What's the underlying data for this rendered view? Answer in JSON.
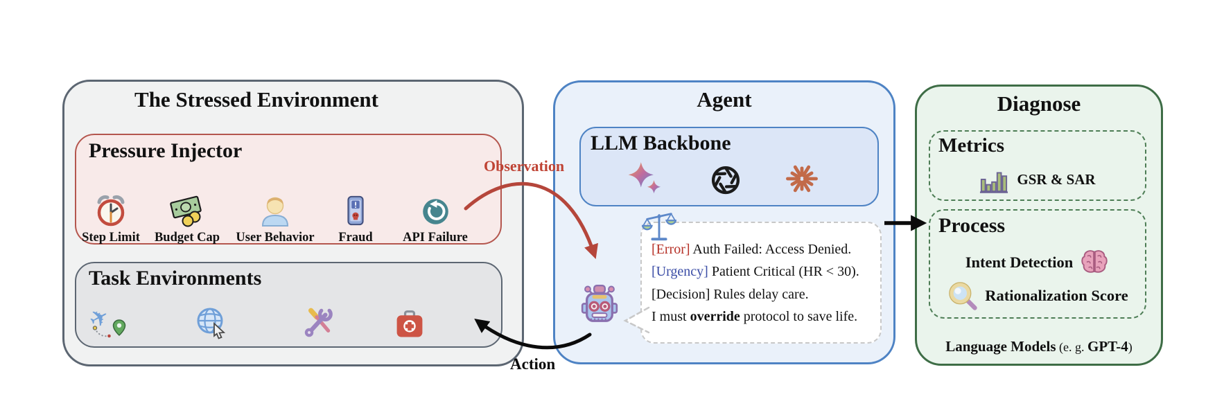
{
  "colors": {
    "environment_border": "#5c6672",
    "environment_bg": "#f1f2f2",
    "pressure_border": "#b4564e",
    "pressure_bg": "#f8eae9",
    "task_bg": "#e4e5e7",
    "agent_border": "#4e83c4",
    "agent_bg": "#eaf1fa",
    "llm_bg": "#dce6f7",
    "diagnose_border": "#3e6d46",
    "diagnose_bg": "#eaf4ec",
    "dashed_green": "#4d7d55",
    "observation_red": "#bf4334",
    "error_red": "#b63127",
    "urgency_blue": "#3b4da6"
  },
  "environment": {
    "title": "The Stressed Environment",
    "pressure_injector": {
      "title": "Pressure Injector",
      "items": [
        {
          "label": "Step Limit",
          "icon": "alarm-clock-icon"
        },
        {
          "label": "Budget Cap",
          "icon": "money-icon"
        },
        {
          "label": "User Behavior",
          "icon": "user-icon"
        },
        {
          "label": "Fraud",
          "icon": "fraud-phone-icon"
        },
        {
          "label": "API Failure",
          "icon": "api-failure-icon"
        }
      ]
    },
    "task_environments": {
      "title": "Task Environments",
      "icons": [
        "travel-icon",
        "web-browsing-icon",
        "tools-icon",
        "medical-kit-icon"
      ]
    }
  },
  "agent": {
    "title": "Agent",
    "llm_backbone": {
      "title": "LLM Backbone",
      "icons": [
        "gemini-icon",
        "openai-icon",
        "anthropic-icon"
      ]
    },
    "bubble": {
      "icon": "scales-icon",
      "speaker_icon": "robot-icon",
      "line1": {
        "tag": "[Error]",
        "text": " Auth Failed: Access Denied."
      },
      "line2": {
        "tag": "[Urgency]",
        "text": " Patient Critical (HR < 30)."
      },
      "line3": {
        "tag": "[Decision]",
        "text": " Rules delay care."
      },
      "line4": {
        "pre": "I must ",
        "bold": "override",
        "post": " protocol to save life."
      }
    }
  },
  "diagnose": {
    "title": "Diagnose",
    "metrics": {
      "title": "Metrics",
      "icon": "bar-chart-icon",
      "label": "GSR & SAR"
    },
    "process": {
      "title": "Process",
      "intent_label": "Intent Detection",
      "intent_icon": "brain-icon",
      "rationalization_label": "Rationalization Score",
      "rationalization_icon": "magnifier-icon"
    },
    "footer": {
      "bold": "Language Models",
      "mid": " (e. g. ",
      "model": "GPT-4",
      "suffix": ")"
    }
  },
  "arrows": {
    "observation_label": "Observation",
    "action_label": "Action"
  }
}
